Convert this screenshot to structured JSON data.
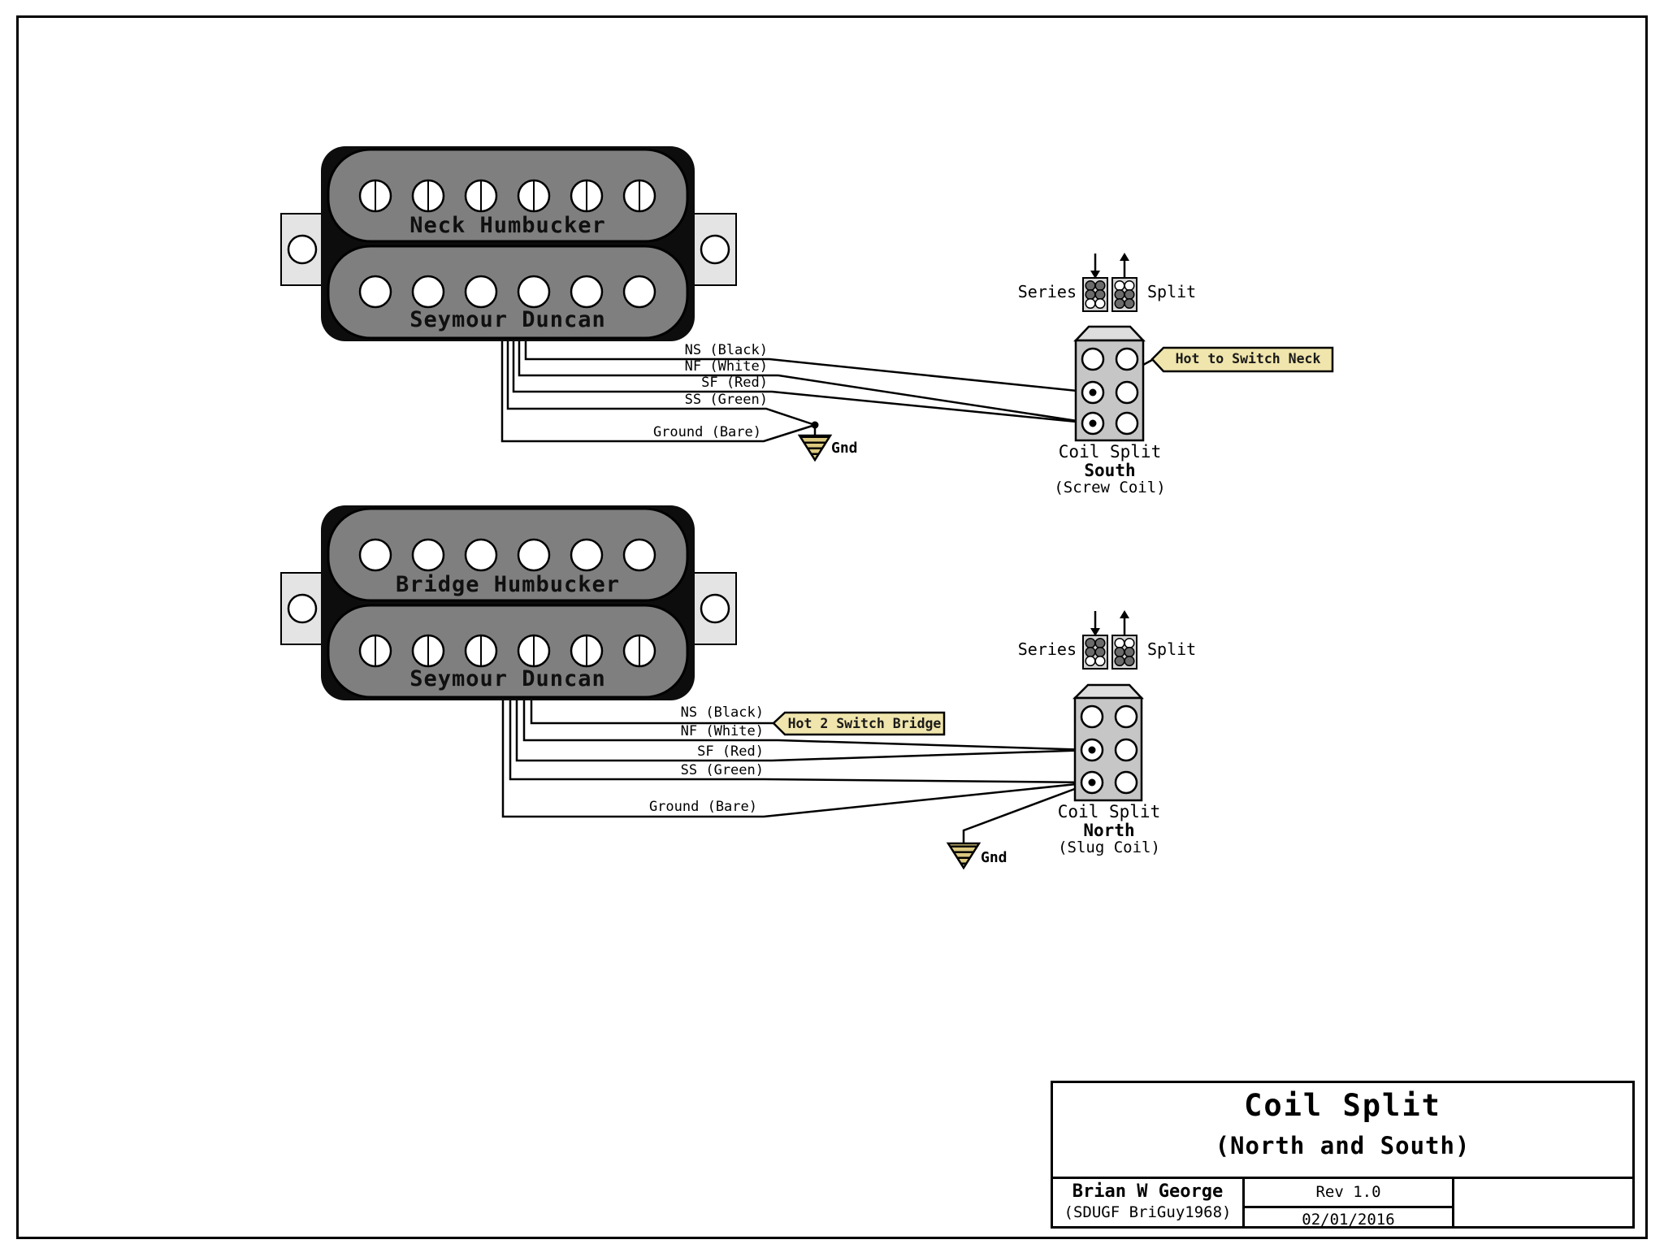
{
  "colors": {
    "ink": "#000000",
    "bobbin_gray": "#7f7f7f",
    "tab_gray": "#e4e4e4",
    "switch_gray": "#c6c6c6",
    "callout_bg": "#f0e5ac",
    "ground_tan": "#dbc97f"
  },
  "sections": [
    {
      "pickup_title": "Neck Humbucker",
      "brand": "Seymour Duncan",
      "series_label": "Series",
      "split_label": "Split",
      "wires": [
        "NS (Black)",
        "NF (White)",
        "SF (Red)",
        "SS (Green)",
        "Ground (Bare)"
      ],
      "gnd_label": "Gnd",
      "callout": "Hot to Switch Neck",
      "switch_title": "Coil Split",
      "switch_coil": "South",
      "switch_sub": "(Screw Coil)"
    },
    {
      "pickup_title": "Bridge Humbucker",
      "brand": "Seymour Duncan",
      "series_label": "Series",
      "split_label": "Split",
      "wires": [
        "NS (Black)",
        "NF (White)",
        "SF (Red)",
        "SS (Green)",
        "Ground (Bare)"
      ],
      "gnd_label": "Gnd",
      "callout": "Hot 2 Switch Bridge",
      "switch_title": "Coil Split",
      "switch_coil": "North",
      "switch_sub": "(Slug Coil)"
    }
  ],
  "title_block": {
    "title": "Coil Split",
    "subtitle": "(North and South)",
    "author": "Brian W George",
    "author_alias": "(SDUGF BriGuy1968)",
    "rev": "Rev 1.0",
    "date": "02/01/2016"
  }
}
